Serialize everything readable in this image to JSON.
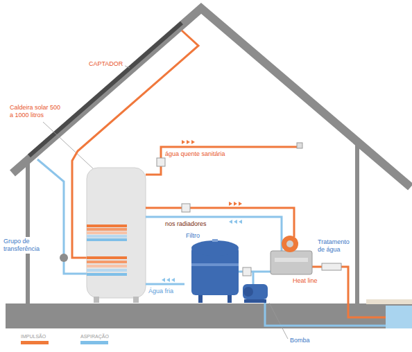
{
  "diagram": {
    "labels": [
      "CAPTADOR",
      "Caldeira solar 500 a 1000 litros",
      "água quente sanitária",
      "nos radiadores",
      "Grupo de transferência",
      "Filtro",
      "Água fria",
      "Heat line",
      "Tratamento de água",
      "Bomba"
    ],
    "legend": [
      {
        "text": "IMPULSÃO",
        "color": "#f07a3a"
      },
      {
        "text": "ASPIRAÇÃO",
        "color": "#7fbfe8"
      }
    ]
  }
}
